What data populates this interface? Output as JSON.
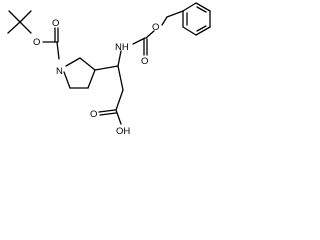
{
  "molecule": {
    "atoms": {
      "amine_n": "NH",
      "ring_n": "N",
      "boc_ester_o": "O",
      "boc_carbonyl_o": "O",
      "cbz_ester_o": "O",
      "cbz_carbonyl_o": "O",
      "acid_carbonyl_o": "O",
      "acid_hydroxyl": "OH"
    }
  }
}
